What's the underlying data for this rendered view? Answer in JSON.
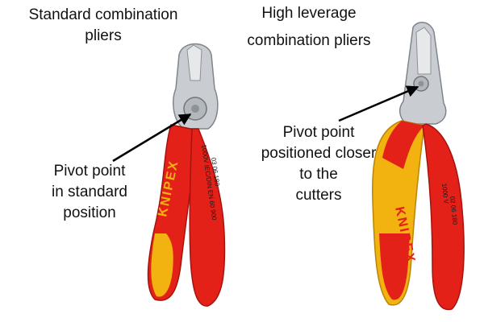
{
  "title_left": [
    "Standard combination",
    "pliers"
  ],
  "title_right": [
    "High leverage",
    "combination pliers"
  ],
  "caption_left": [
    "Pivot point",
    "in standard",
    "position"
  ],
  "caption_right": [
    "Pivot point",
    "positioned closer",
    "to the",
    "cutters"
  ],
  "handle_marks": {
    "brand": "KNIPEX",
    "left_handle_print": "1000V IEC/DIN EN 60 900",
    "left_part_number": "03 06 180",
    "right_handle_print": "1000 V",
    "right_part_number": "02 06 180"
  },
  "colors": {
    "handle_red": "#e32119",
    "handle_yellow": "#f2b20f",
    "steel": "#c9cdd1",
    "arrow": "#000000"
  }
}
